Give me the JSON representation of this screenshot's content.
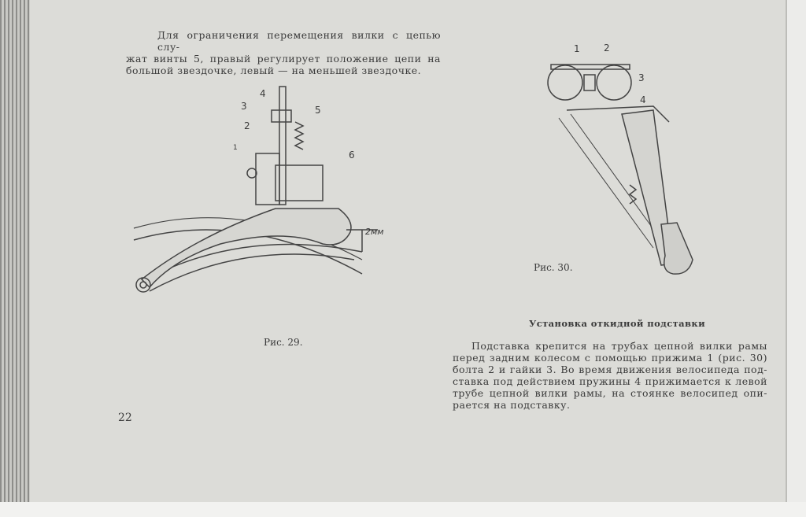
{
  "page_number": "22",
  "intro_paragraph": [
    "Для ограничения перемещения вилки с цепью слу-",
    "жат винты 5, правый регулирует положение цепи на",
    "большой звездочке, левый — на меньшей звездочке."
  ],
  "figure_29": {
    "caption": "Рис. 29.",
    "labels": [
      "1",
      "2",
      "3",
      "4",
      "5",
      "6"
    ],
    "dimension": "2мм"
  },
  "figure_30": {
    "caption": "Рис. 30.",
    "labels": [
      "1",
      "2",
      "3",
      "4"
    ]
  },
  "section": {
    "heading": "Установка откидной подставки",
    "paragraph": [
      "Подставка крепится на трубах цепной вилки рамы",
      "перед задним колесом с помощью прижима 1 (рис. 30)",
      "болта 2 и гайки 3. Во время движения велосипеда под-",
      "ставка под действием пружины 4 прижимается к левой",
      "трубе цепной вилки рамы, на стоянке велосипед опи-",
      "рается на подставку."
    ]
  }
}
